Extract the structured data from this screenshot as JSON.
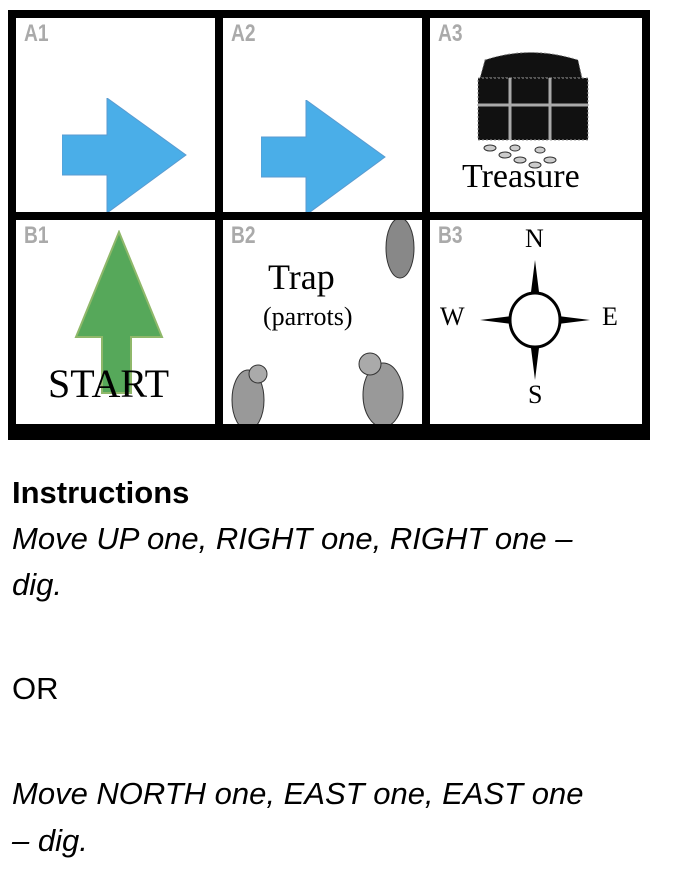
{
  "grid": {
    "cells": [
      {
        "id": "A1",
        "content": "arrow-right"
      },
      {
        "id": "A2",
        "content": "arrow-right"
      },
      {
        "id": "A3",
        "caption": "Treasure"
      },
      {
        "id": "B1",
        "caption": "START"
      },
      {
        "id": "B2",
        "caption": "Trap",
        "subcaption": "(parrots)"
      },
      {
        "id": "B3",
        "compass": {
          "n": "N",
          "s": "S",
          "e": "E",
          "w": "W"
        }
      }
    ],
    "colors": {
      "right_arrow": "#4aaee8",
      "up_arrow": "#56a85a"
    }
  },
  "instructions": {
    "heading": "Instructions",
    "line1": "Move UP one, RIGHT one, RIGHT one –",
    "line1b": "dig.",
    "or": "OR",
    "line2": "Move NORTH one, EAST one, EAST one",
    "line2b": "– dig."
  }
}
